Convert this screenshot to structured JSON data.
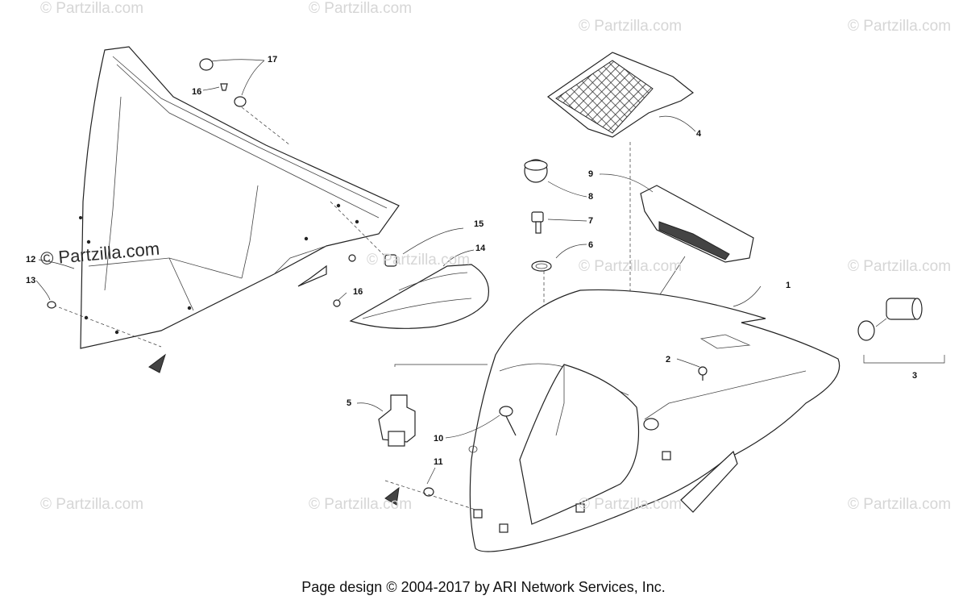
{
  "watermarks": {
    "top_left": "© Partzilla.com",
    "top_mid": "© Partzilla.com",
    "top_mid2": "© Partzilla.com",
    "top_right": "© Partzilla.com",
    "main": "© Partzilla.com",
    "mid_center": "© Partzilla.com",
    "mid_right": "© Partzilla.com",
    "mid_far_right": "© Partzilla.com",
    "bottom_left": "© Partzilla.com",
    "bottom_mid": "© Partzilla.com",
    "bottom_mid2": "© Partzilla.com",
    "bottom_right": "© Partzilla.com"
  },
  "callouts": {
    "c1": "1",
    "c2": "2",
    "c3": "3",
    "c4": "4",
    "c5": "5",
    "c6": "6",
    "c7": "7",
    "c8": "8",
    "c9": "9",
    "c10": "10",
    "c11": "11",
    "c12": "12",
    "c13": "13",
    "c14": "14",
    "c15": "15",
    "c16a": "16",
    "c16b": "16",
    "c17": "17"
  },
  "footer": "Page design © 2004-2017 by ARI Network Services, Inc."
}
